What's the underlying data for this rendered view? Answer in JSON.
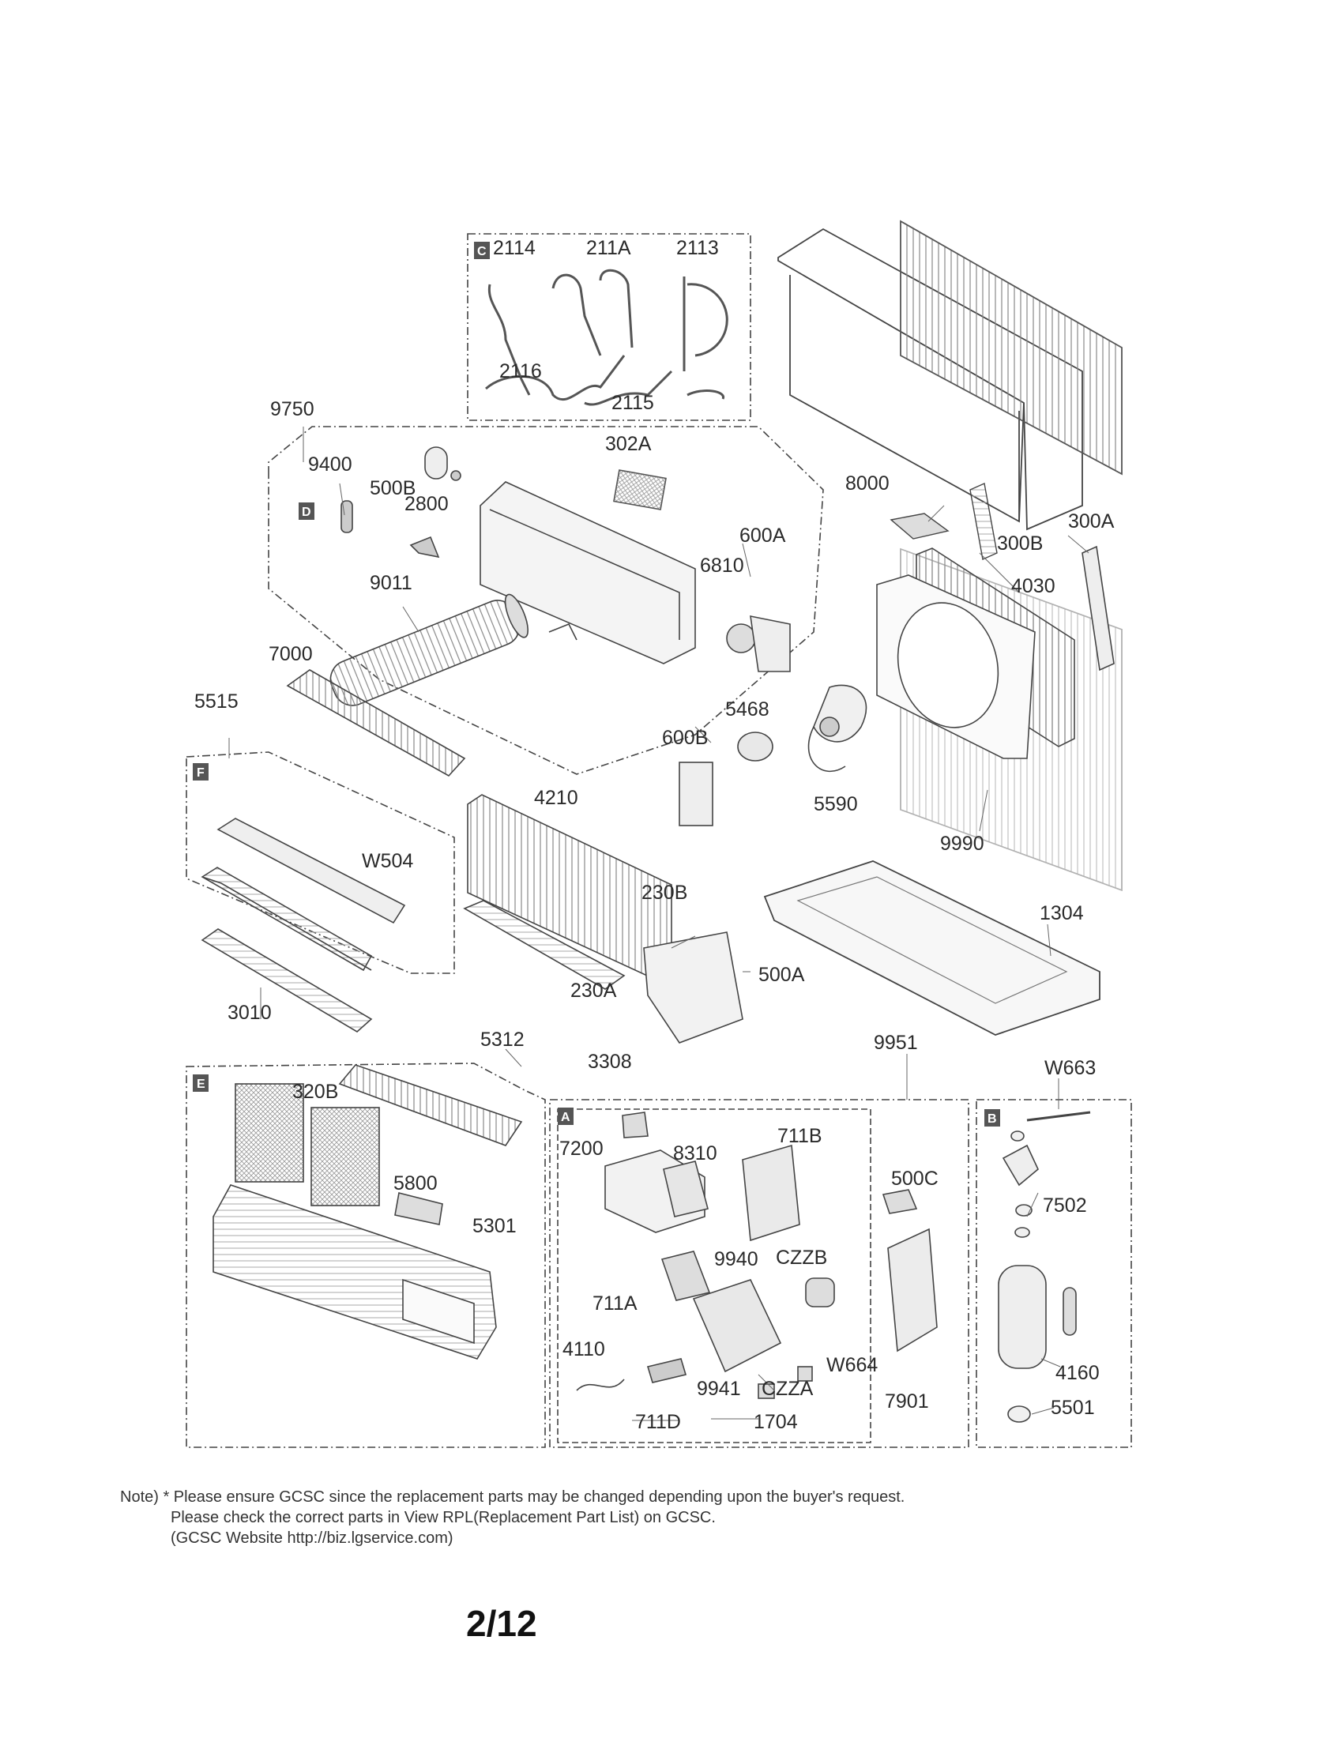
{
  "sections": {
    "A": "A",
    "B": "B",
    "C": "C",
    "D": "D",
    "E": "E",
    "F": "F"
  },
  "parts": {
    "p2114": "2114",
    "p211A": "211A",
    "p2113": "2113",
    "p2116": "2116",
    "p2115": "2115",
    "p9750": "9750",
    "p9400": "9400",
    "p500B": "500B",
    "p2800": "2800",
    "p302A": "302A",
    "p600A": "600A",
    "p6810": "6810",
    "p9011": "9011",
    "p8000": "8000",
    "p300B": "300B",
    "p300A": "300A",
    "p4030": "4030",
    "p7000": "7000",
    "p5515": "5515",
    "p5468": "5468",
    "p600B": "600B",
    "p5590": "5590",
    "p9990": "9990",
    "p4210": "4210",
    "pW504": "W504",
    "p230B": "230B",
    "p1304": "1304",
    "p500A": "500A",
    "p230A": "230A",
    "p3010": "3010",
    "p3308": "3308",
    "p5312": "5312",
    "p9951": "9951",
    "pW663": "W663",
    "p320B": "320B",
    "p7200": "7200",
    "p8310": "8310",
    "p711B": "711B",
    "p500C": "500C",
    "p7502": "7502",
    "p5800": "5800",
    "p5301": "5301",
    "p9940": "9940",
    "pCZZB": "CZZB",
    "p711A": "711A",
    "p4110": "4110",
    "pW664": "W664",
    "p4160": "4160",
    "p9941": "9941",
    "pCZZA": "CZZA",
    "p7901": "7901",
    "p5501": "5501",
    "p711D": "711D",
    "p1704": "1704"
  },
  "note": {
    "line1": "Note) * Please ensure GCSC since the replacement parts may be changed depending upon the buyer's request.",
    "line2": "Please check  the correct parts in View RPL(Replacement Part List) on GCSC.",
    "line3": "(GCSC Website  http://biz.lgservice.com)"
  },
  "page_number": "2/12"
}
